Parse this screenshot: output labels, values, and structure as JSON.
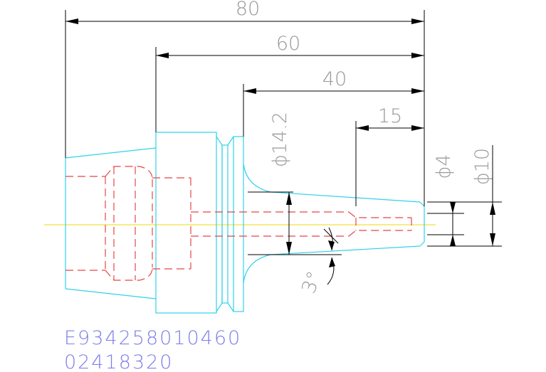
{
  "dimensions": {
    "overall_length": "80",
    "length_60": "60",
    "length_40": "40",
    "length_15": "15",
    "dia_14_2": "ϕ14.2",
    "dia_4": "ϕ4",
    "dia_10": "ϕ10",
    "taper_angle": "3°"
  },
  "part_codes": {
    "code_1": "E934258010460",
    "code_2": "02418320"
  },
  "colors": {
    "outline": "#2fd2ea",
    "hidden": "#e84545",
    "centerline": "#f2e23a",
    "dimension": "#000000",
    "dimension_text": "#9a9a9a",
    "code_text": "#8080e8"
  }
}
